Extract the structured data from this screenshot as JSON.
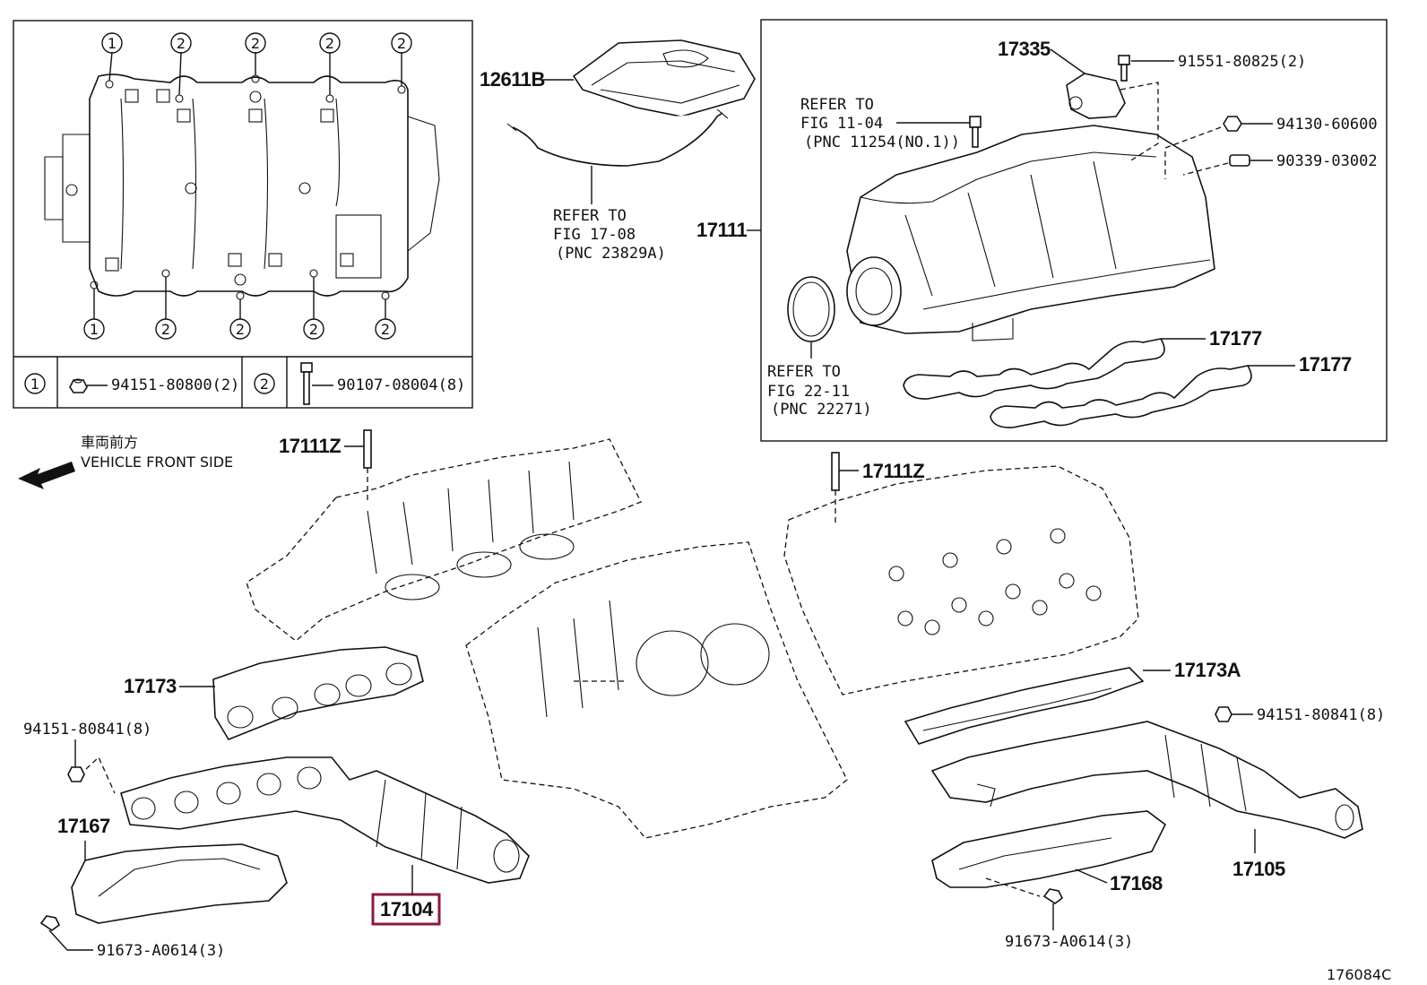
{
  "diagram_code": "176084C",
  "direction": {
    "jp": "車両前方",
    "en": "VEHICLE FRONT SIDE"
  },
  "legend": {
    "marker1": "1",
    "marker2": "2",
    "item1_part": "94151-80800(2)",
    "item2_part": "90107-08004(8)"
  },
  "callouts": {
    "c12611B": "12611B",
    "c17335": "17335",
    "c91551": "91551-80825(2)",
    "c94130": "94130-60600",
    "c90339": "90339-03002",
    "c17111": "17111",
    "c17177a": "17177",
    "c17177b": "17177",
    "c17111Z_left": "17111Z",
    "c17111Z_right": "17111Z",
    "c17173": "17173",
    "c17173A": "17173A",
    "c94151_left": "94151-80841(8)",
    "c94151_right": "94151-80841(8)",
    "c17167": "17167",
    "c17104": "17104",
    "c17168": "17168",
    "c17105": "17105",
    "c91673_left": "91673-A0614(3)",
    "c91673_right": "91673-A0614(3)"
  },
  "refs": {
    "r1": {
      "l1": "REFER TO",
      "l2": "FIG 17-08",
      "l3": "(PNC 23829A)"
    },
    "r2": {
      "l1": "REFER TO",
      "l2": "FIG 11-04",
      "l3": "(PNC 11254(NO.1))"
    },
    "r3": {
      "l1": "REFER TO",
      "l2": "FIG 22-11",
      "l3": "(PNC 22271)"
    }
  },
  "highlight_color": "#8b1a3a"
}
